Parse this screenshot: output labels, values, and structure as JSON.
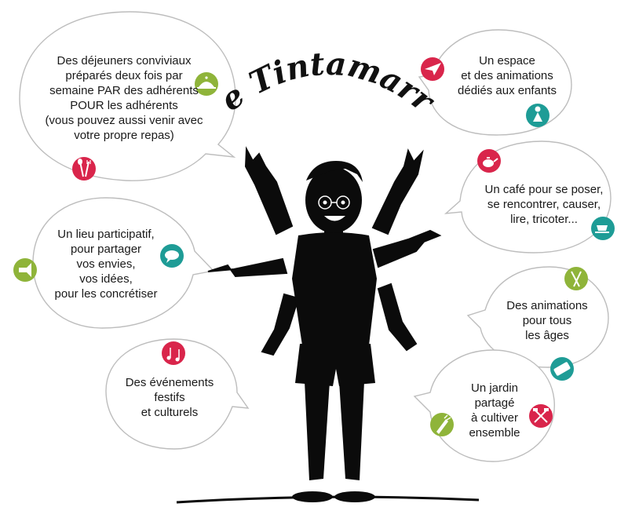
{
  "title": "Le Tintamarre",
  "bubbles": {
    "meals": "Des déjeuners conviviaux\npréparés deux fois par\nsemaine PAR des adhérents\nPOUR les adhérents\n(vous pouvez aussi venir avec\nvotre propre repas)",
    "kids": "Un espace\net des animations\ndédiés aux enfants",
    "cafe": "Un café pour se poser,\nse rencontrer, causer,\nlire, tricoter...",
    "participatif": "Un lieu participatif,\npour partager\nvos envies,\nvos idées,\npour les concrétiser",
    "animations": "Des animations\npour tous\nles âges",
    "events": "Des événements\nfestifs\net culturels",
    "garden": "Un jardin\npartagé\nà cultiver\nensemble"
  },
  "icons": {
    "meals_dish": "cloche-dish-icon",
    "meals_utensils": "spoon-fork-icon",
    "kids_plane": "paper-plane-icon",
    "kids_girl": "child-icon",
    "cafe_teapot": "teapot-icon",
    "cafe_cup": "teacup-icon",
    "participatif_megaphone": "megaphone-icon",
    "participatif_speech": "speech-bubble-icon",
    "animations_brushes": "paintbrushes-icon",
    "animations_dominoes": "domino-icon",
    "events_music": "music-notes-icon",
    "garden_vegetables": "vegetables-icon",
    "garden_tools": "garden-tools-icon"
  },
  "colors": {
    "red": "#d9254b",
    "green": "#8fb43a",
    "teal": "#1e9c96",
    "silhouette": "#0b0b0b"
  }
}
